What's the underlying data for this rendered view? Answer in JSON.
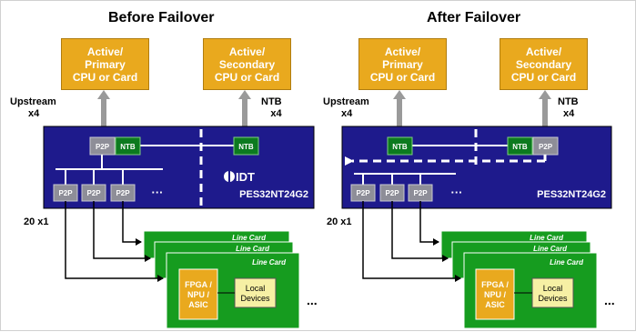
{
  "before": {
    "title": "Before Failover",
    "cpu_primary": [
      "Active/",
      "Primary",
      "CPU or Card"
    ],
    "cpu_secondary": [
      "Active/",
      "Secondary",
      "CPU or Card"
    ],
    "upstream": [
      "Upstream",
      "x4"
    ],
    "ntb_label": [
      "NTB",
      "x4"
    ],
    "p2p": "P2P",
    "ntb": "NTB",
    "ellipsis": "···",
    "vendor_logo": "IDT",
    "part_number": "PES32NT24G2",
    "lanes": "20 x1",
    "line_card": "Line Card",
    "fpga": [
      "FPGA /",
      "NPU /",
      "ASIC"
    ],
    "local_devices": [
      "Local",
      "Devices"
    ],
    "more": "..."
  },
  "after": {
    "title": "After Failover",
    "cpu_primary": [
      "Active/",
      "Primary",
      "CPU or Card"
    ],
    "cpu_secondary": [
      "Active/",
      "Secondary",
      "CPU or Card"
    ],
    "upstream": [
      "Upstream",
      "x4"
    ],
    "ntb_label": [
      "NTB",
      "x4"
    ],
    "p2p": "P2P",
    "ntb": "NTB",
    "ellipsis": "···",
    "part_number": "PES32NT24G2",
    "lanes": "20 x1",
    "line_card": "Line Card",
    "fpga": [
      "FPGA /",
      "NPU /",
      "ASIC"
    ],
    "local_devices": [
      "Local",
      "Devices"
    ],
    "more": "..."
  },
  "colors": {
    "switch_fill": "#1e1a8c",
    "cpu_fill": "#e9a91e",
    "ntb_fill": "#0c7a1f",
    "p2p_fill": "#8e8e98",
    "card_fill": "#169c1f",
    "fpga_fill": "#e9a91e",
    "local_fill": "#f6f0a4",
    "arrow_gray": "#9a9a9a"
  }
}
